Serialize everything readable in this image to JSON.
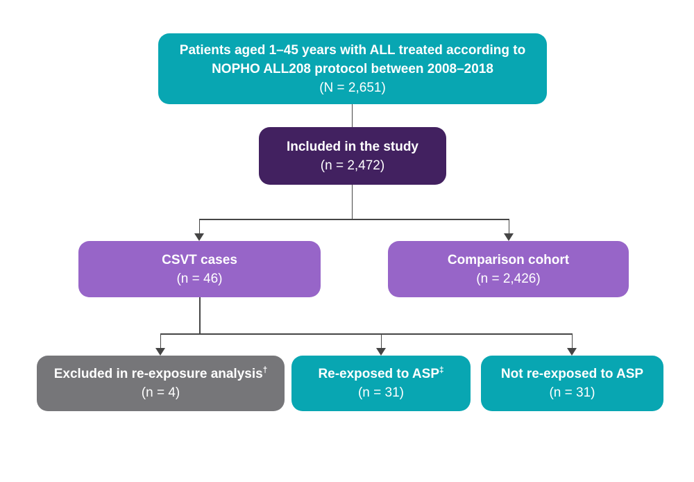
{
  "palette": {
    "teal": "#08A6B2",
    "dark_purple": "#422160",
    "light_purple": "#9765C8",
    "gray": "#767679",
    "line": "#454545",
    "text": "#FFFFFF",
    "background": "#FFFFFF"
  },
  "diagram": {
    "type": "flowchart",
    "nodes": {
      "population": {
        "title": "Patients aged 1–45 years with ALL treated according to NOPHO ALL208 protocol between 2008–2018",
        "count": "(N = 2,651)"
      },
      "included": {
        "title": "Included in the study",
        "count": "(n = 2,472)"
      },
      "csvt": {
        "title": "CSVT cases",
        "count": "(n = 46)"
      },
      "comparison": {
        "title": "Comparison cohort",
        "count": "(n = 2,426)"
      },
      "excluded": {
        "title": "Excluded in re-exposure analysis",
        "footnote_mark": "†",
        "count": "(n = 4)"
      },
      "reexposed": {
        "title": "Re-exposed to ASP",
        "footnote_mark": "‡",
        "count": "(n = 31)"
      },
      "not_reexposed": {
        "title": "Not re-exposed to ASP",
        "count": "(n = 31)"
      }
    },
    "edges": [
      {
        "from": "population",
        "to": "included",
        "arrow": false
      },
      {
        "from": "included",
        "to": "csvt",
        "arrow": true
      },
      {
        "from": "included",
        "to": "comparison",
        "arrow": true
      },
      {
        "from": "csvt",
        "to": "excluded",
        "arrow": true
      },
      {
        "from": "csvt",
        "to": "reexposed",
        "arrow": true
      },
      {
        "from": "csvt",
        "to": "not_reexposed",
        "arrow": true
      }
    ]
  }
}
